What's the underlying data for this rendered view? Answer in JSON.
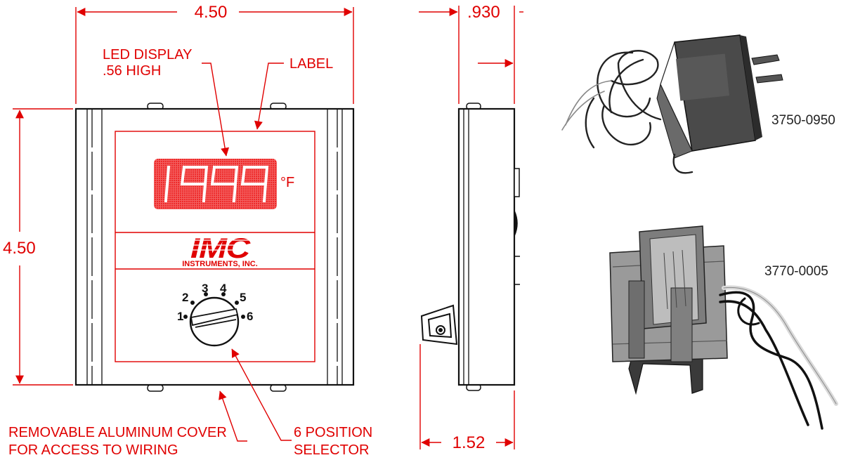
{
  "dimensions": {
    "front_width": "4.50",
    "front_height": "4.50",
    "side_depth_top": ".930",
    "side_depth_bottom": "1.52"
  },
  "callouts": {
    "led_line1": "LED DISPLAY",
    "led_line2": ".56 HIGH",
    "label": "LABEL",
    "cover_line1": "REMOVABLE ALUMINUM COVER",
    "cover_line2": "FOR ACCESS TO WIRING",
    "selector_line1": "6 POSITION",
    "selector_line2": "SELECTOR"
  },
  "display": {
    "reading": "1999",
    "unit": "°F"
  },
  "logo": {
    "brand": "IMC",
    "sub": "INSTRUMENTS, INC."
  },
  "selector": {
    "positions": [
      "1",
      "2",
      "3",
      "4",
      "5",
      "6"
    ]
  },
  "products": [
    {
      "part_number": "3750-0950",
      "icon": "wall-adapter-icon"
    },
    {
      "part_number": "3770-0005",
      "icon": "transformer-icon"
    }
  ],
  "colors": {
    "dimension_red": "#e00000",
    "led_red": "#ee2a2a",
    "line_black": "#111111"
  }
}
